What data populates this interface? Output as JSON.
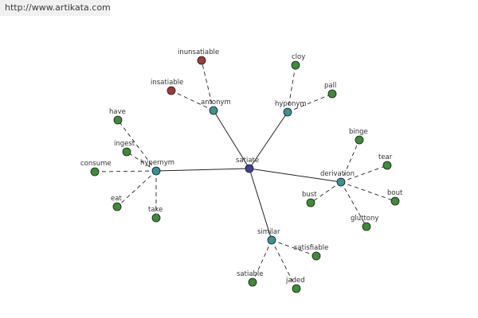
{
  "banner": {
    "url_text": "http://www.artikata.com"
  },
  "colors": {
    "center": "#41418f",
    "relation": "#3e8f92",
    "word": "#3f8a3a",
    "antonym_word": "#9c3b3b",
    "edge": "#222222"
  },
  "graph": {
    "center": "satiate",
    "relations": [
      {
        "id": "antonym",
        "label": "antonym",
        "words": [
          "insatiable",
          "inunsatiable"
        ]
      },
      {
        "id": "hyponym",
        "label": "hyponym",
        "words": [
          "cloy",
          "pall"
        ]
      },
      {
        "id": "hypernym",
        "label": "hypernym",
        "words": [
          "have",
          "ingest",
          "consume",
          "eat",
          "take"
        ]
      },
      {
        "id": "derivation",
        "label": "derivation",
        "words": [
          "binge",
          "tear",
          "bout",
          "gluttony",
          "bust"
        ]
      },
      {
        "id": "similar",
        "label": "similar",
        "words": [
          "satisfiable",
          "jaded",
          "satiable"
        ]
      }
    ]
  }
}
